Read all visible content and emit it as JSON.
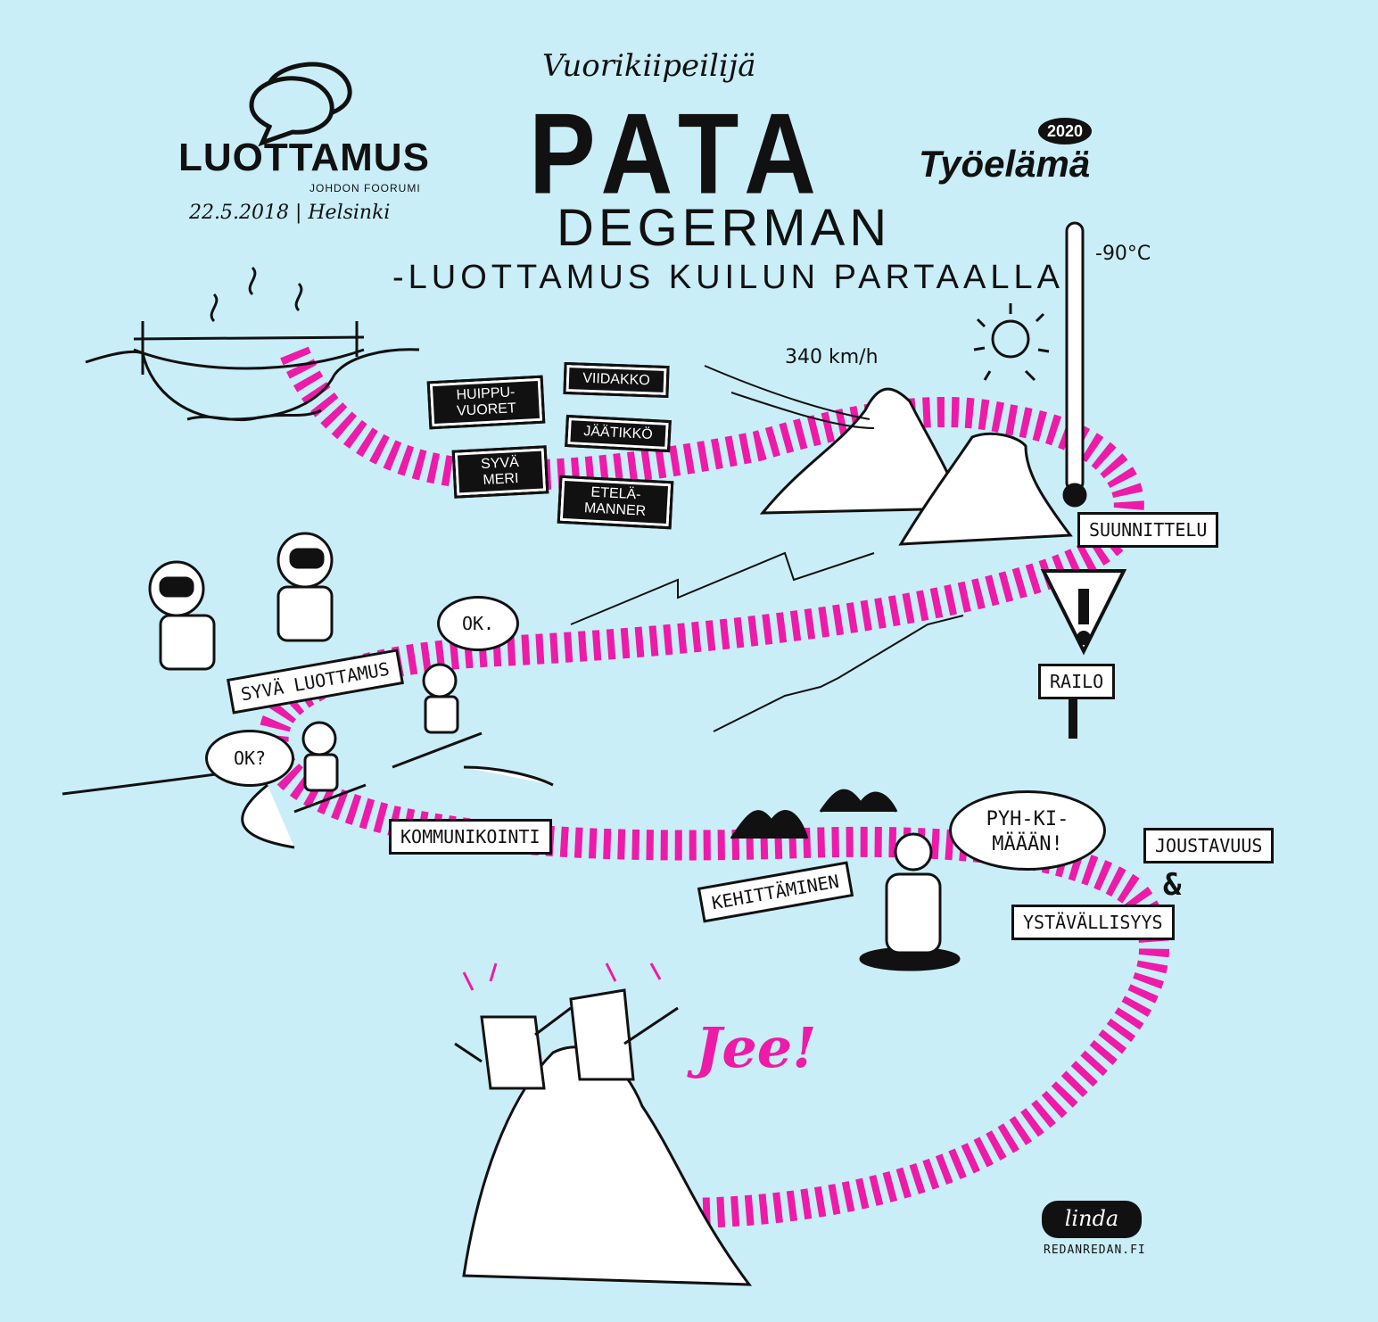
{
  "header": {
    "event_logo": {
      "name": "LUOTTAMUS",
      "tagline": "JOHDON FOORUMI"
    },
    "event_date": "22.5.2018 | Helsinki",
    "speaker_kicker": "Vuorikiipeilijä",
    "speaker_first": "PATA",
    "speaker_last": "DEGERMAN",
    "talk_title": "-LUOTTAMUS KUILUN PARTAALLA",
    "partner_logo": {
      "year": "2020",
      "word": "Työelämä"
    }
  },
  "map": {
    "wind_speed": "340 km/h",
    "temperature": "-90°C",
    "signposts": [
      "HUIPPU-\nVUORET",
      "VIIDAKKO",
      "JÄÄTIKKÖ",
      "SYVÄ\nMERI",
      "ETELÄ-\nMANNER"
    ],
    "banners": {
      "planning": "SUUNNITTELU",
      "crevasse": "RAILO",
      "deep_trust": "SYVÄ LUOTTAMUS",
      "communication": "KOMMUNIKOINTI",
      "development": "KEHITTÄMINEN",
      "flexibility": "JOUSTAVUUS",
      "ampersand": "&",
      "kindness": "YSTÄVÄLLISYYS"
    },
    "speech": {
      "ok_answer": "OK.",
      "ok_question": "OK?",
      "summit": "PYH-KI-\nMÄÄÄN!"
    },
    "cheer": "Jee!"
  },
  "credit": {
    "signature": "linda",
    "site": "REDANREDAN.FI"
  },
  "colors": {
    "background": "#c9eef8",
    "accent": "#ee1aa8",
    "ink": "#111111"
  }
}
